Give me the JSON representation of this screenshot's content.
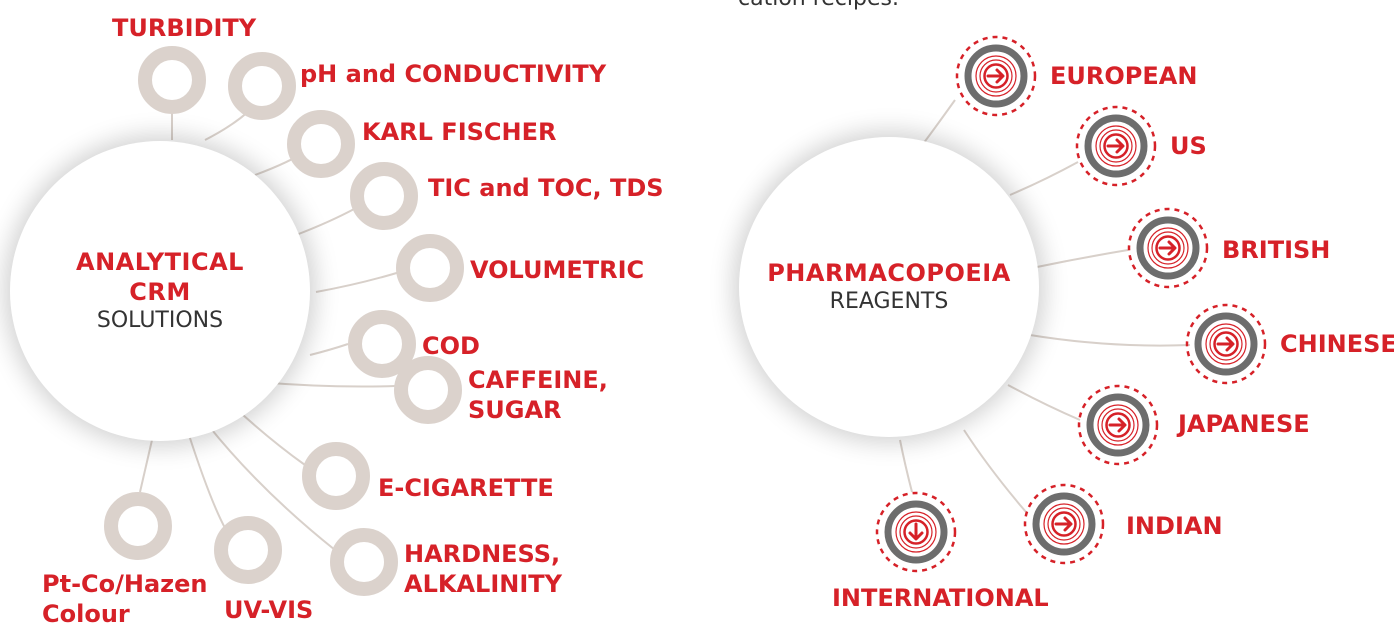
{
  "top_snippet": "cation recipes.",
  "left_hub": {
    "title_line1": "ANALYTICAL",
    "title_line2": "CRM",
    "subtitle": "SOLUTIONS"
  },
  "left_items": [
    {
      "label": "TURBIDITY"
    },
    {
      "label": "pH and CONDUCTIVITY"
    },
    {
      "label": "KARL FISCHER"
    },
    {
      "label": "TIC and TOC, TDS"
    },
    {
      "label": "VOLUMETRIC"
    },
    {
      "label": "COD"
    },
    {
      "label_line1": "CAFFEINE,",
      "label_line2": "SUGAR"
    },
    {
      "label": "E-CIGARETTE"
    },
    {
      "label_line1": "HARDNESS,",
      "label_line2": "ALKALINITY"
    },
    {
      "label": "UV-VIS"
    },
    {
      "label_line1": "Pt-Co/Hazen",
      "label_line2": "Colour"
    }
  ],
  "right_hub": {
    "title": "PHARMACOPOEIA",
    "subtitle": "REAGENTS"
  },
  "right_items": [
    {
      "label": "EUROPEAN",
      "icon": "arrow-right-icon"
    },
    {
      "label": "US",
      "icon": "arrow-right-icon"
    },
    {
      "label": "BRITISH",
      "icon": "arrow-right-icon"
    },
    {
      "label": "CHINESE",
      "icon": "arrow-right-icon"
    },
    {
      "label": "JAPANESE",
      "icon": "arrow-right-icon"
    },
    {
      "label": "INDIAN",
      "icon": "arrow-right-icon"
    },
    {
      "label": "INTERNATIONAL",
      "icon": "arrow-down-icon"
    }
  ],
  "colors": {
    "accent_red": "#d62128",
    "donut_beige": "#dbd2cc",
    "ring_grey": "#6d6d6d",
    "connector": "#d8d0ca"
  }
}
